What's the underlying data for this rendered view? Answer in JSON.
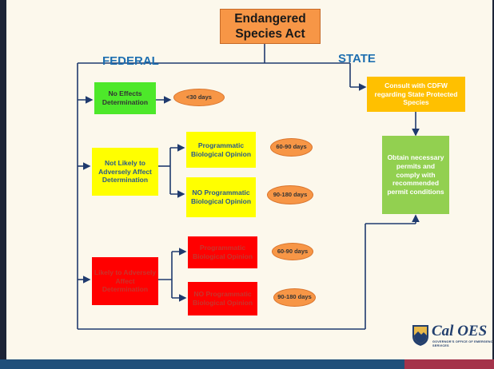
{
  "title": "Endangered\nSpecies Act",
  "federal_label": "FEDERAL",
  "state_label": "STATE",
  "federal": {
    "no_effects": {
      "label": "No Effects Determination",
      "timeframe": "<30 days"
    },
    "not_likely": {
      "label": "Not Likely to Adversely Affect Determination",
      "programmatic": {
        "label": "Programmatic Biological Opinion",
        "timeframe": "60-90 days"
      },
      "no_programmatic": {
        "label": "NO Programmatic Biological Opinion",
        "timeframe": "90-180 days"
      }
    },
    "likely": {
      "label": "Likely to Adversely Affect Determination",
      "programmatic": {
        "label": "Programmatic Biological Opinion",
        "timeframe": "60-90 days"
      },
      "no_programmatic": {
        "label": "NO Programmatic Biological Opinion",
        "timeframe": "90-180 days"
      }
    }
  },
  "state": {
    "consult": "Consult with CDFW regarding State Protected Species",
    "obtain": "Obtain necessary permits and comply with recommended permit conditions"
  },
  "logo": {
    "name": "Cal OES",
    "subtitle": "GOVERNOR'S OFFICE OF EMERGENCY SERVICES"
  },
  "colors": {
    "accent_orange": "#f79646",
    "federal_blue": "#1e6fb0",
    "line_navy": "#1f3a6e",
    "green": "#4de82a",
    "yellow": "#ffff00",
    "red": "#ff0000",
    "state_orange": "#ffc000",
    "state_green": "#92d050"
  }
}
